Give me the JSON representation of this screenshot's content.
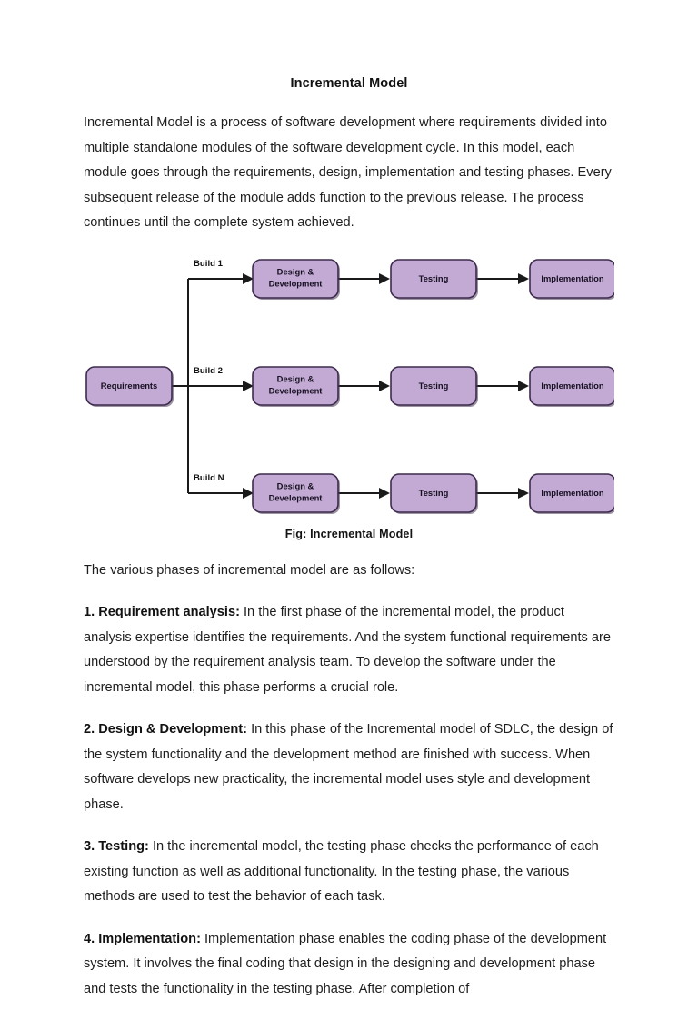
{
  "document": {
    "title": "Incremental Model",
    "intro_paragraph": "Incremental Model is a process of software development where requirements divided into multiple standalone modules of the software development cycle. In this model, each module goes through the requirements, design, implementation and testing phases. Every subsequent release of the module adds function to the previous release. The process continues until the complete system achieved.",
    "figure_caption": "Fig: Incremental Model",
    "phases_intro": "The various phases of incremental model are as follows:",
    "sections": [
      {
        "lead": "1. Requirement analysis:",
        "body": " In the first phase of the incremental model, the product analysis expertise identifies the requirements. And the system functional requirements are understood by the requirement analysis team. To develop the software under the incremental model, this phase performs a crucial role."
      },
      {
        "lead": "2. Design & Development:",
        "body": " In this phase of the Incremental model of SDLC, the design of the system functionality and the development method are finished with success. When software develops new practicality, the incremental model uses style and development phase."
      },
      {
        "lead": "3. Testing:",
        "body": " In the incremental model, the testing phase checks the performance of each existing function as well as additional functionality. In the testing phase, the various methods are used to test the behavior of each task."
      },
      {
        "lead": "4. Implementation:",
        "body": " Implementation phase enables the coding phase of the development system. It involves the final coding that design in the designing and development phase and tests the functionality in the testing phase. After completion of"
      }
    ]
  },
  "diagram": {
    "type": "flowchart",
    "colors": {
      "node_fill": "#c3aad5",
      "node_border": "#3c2b4c",
      "connector": "#1a1a1a",
      "text": "#171021"
    },
    "source_node": "Requirements",
    "branch_labels": [
      "Build 1",
      "Build 2",
      "Build N"
    ],
    "stage_labels": [
      "Design & Development",
      "Testing",
      "Implementation"
    ],
    "rows": [
      {
        "branch": "Build 1",
        "nodes": [
          "Design & Development",
          "Testing",
          "Implementation"
        ]
      },
      {
        "branch": "Build 2",
        "nodes": [
          "Design & Development",
          "Testing",
          "Implementation"
        ]
      },
      {
        "branch": "Build N",
        "nodes": [
          "Design & Development",
          "Testing",
          "Implementation"
        ]
      }
    ],
    "node_text": {
      "requirements": "Requirements",
      "design_line1": "Design &",
      "design_line2": "Development",
      "testing": "Testing",
      "implementation": "Implementation"
    }
  }
}
